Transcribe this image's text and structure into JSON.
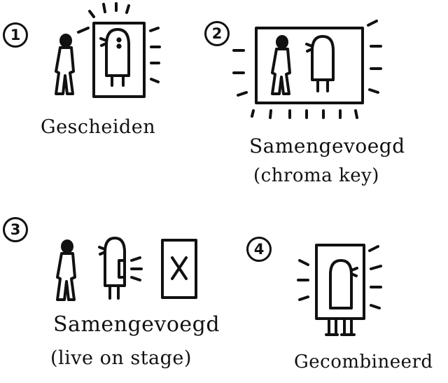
{
  "panels": [
    {
      "number": "1",
      "label": "Gescheiden",
      "sublabel": ""
    },
    {
      "number": "2",
      "label": "Samengevoegd",
      "sublabel": "(chroma key)"
    },
    {
      "number": "3",
      "label": "Samengevoegd",
      "sublabel": "(live on stage)"
    },
    {
      "number": "4",
      "label": "Gecombineerd",
      "sublabel": ""
    }
  ],
  "colors": {
    "ink": "#111111",
    "paper": "#ffffff"
  },
  "icons": [
    "walking-person-icon",
    "ghost-figure-icon",
    "screen-frame-icon",
    "x-mark-icon",
    "glow-ray-icon"
  ]
}
